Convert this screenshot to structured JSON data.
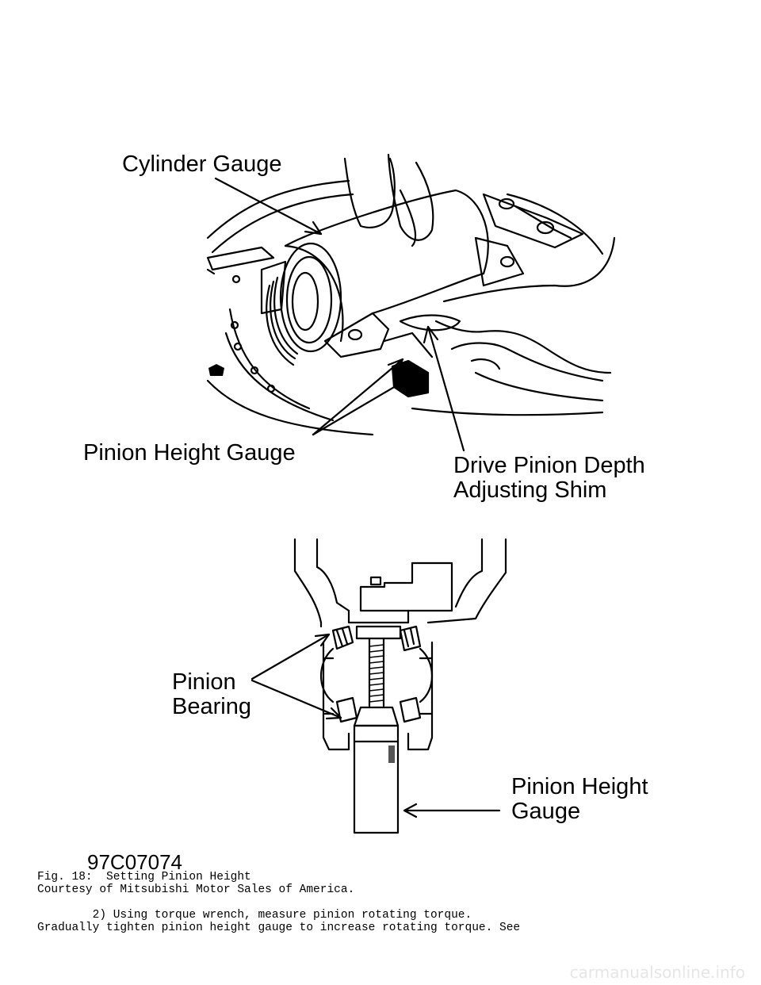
{
  "figure": {
    "labels": {
      "cylinder_gauge": "Cylinder Gauge",
      "pinion_height_gauge_top": "Pinion Height Gauge",
      "drive_pinion_shim": "Drive Pinion Depth\nAdjusting Shim",
      "pinion_bearing": "Pinion\nBearing",
      "pinion_height_gauge_bottom": "Pinion Height\nGauge",
      "figure_code": "97C07074"
    }
  },
  "caption": {
    "line1": "Fig. 18:  Setting Pinion Height",
    "line2": "Courtesy of Mitsubishi Motor Sales of America."
  },
  "body": {
    "line1": "        2) Using torque wrench, measure pinion rotating torque.",
    "line2": "Gradually tighten pinion height gauge to increase rotating torque. See"
  },
  "watermark": "carmanualsonline.info"
}
